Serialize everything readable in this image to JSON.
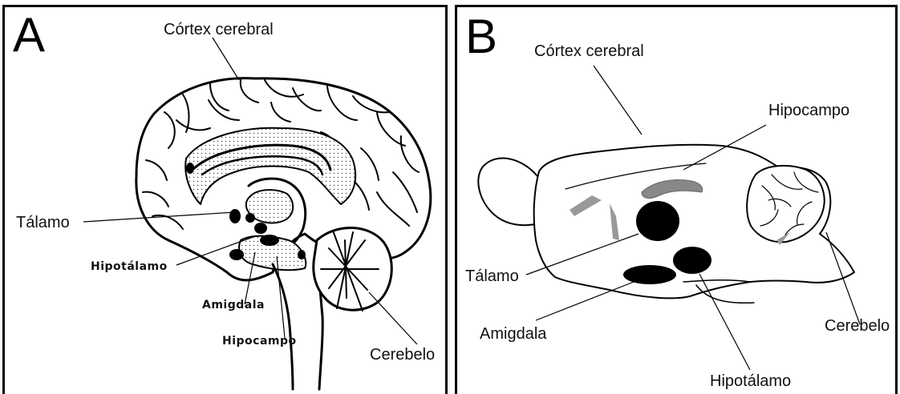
{
  "panel_a": {
    "letter": "A",
    "labels": {
      "cortex": "Córtex cerebral",
      "talamo": "Tálamo",
      "hipotalamo": "Hipotálamo",
      "amigdala": "Amigdala",
      "hipocampo": "Hipocampo",
      "cerebelo": "Cerebelo"
    }
  },
  "panel_b": {
    "letter": "B",
    "labels": {
      "cortex": "Córtex cerebral",
      "hipocampo": "Hipocampo",
      "talamo": "Tálamo",
      "amigdala": "Amigdala",
      "cerebelo": "Cerebelo",
      "hipotalamo": "Hipotálamo"
    }
  },
  "colors": {
    "ink": "#000000",
    "paper": "#ffffff",
    "fill_gray": "#777777"
  }
}
